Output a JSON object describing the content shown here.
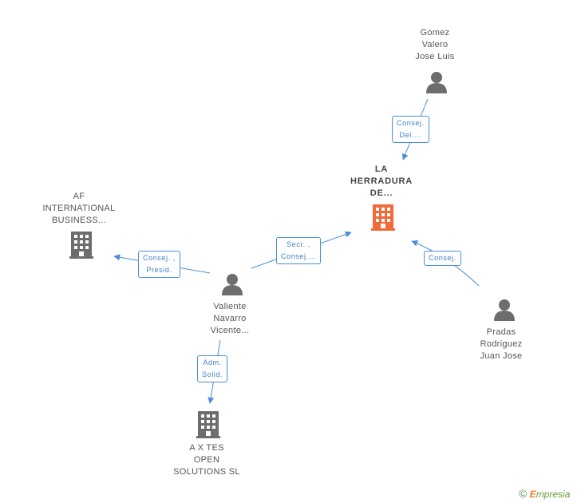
{
  "nodes": {
    "focus_company": {
      "lines": [
        "LA",
        "HERRADURA",
        "DE..."
      ],
      "type": "company",
      "color": "#f26a3a"
    },
    "af_international": {
      "lines": [
        "AF",
        "INTERNATIONAL",
        "BUSINESS..."
      ],
      "type": "company",
      "color": "#6d6d6d"
    },
    "axtes": {
      "lines": [
        "A X TES",
        "OPEN",
        "SOLUTIONS SL"
      ],
      "type": "company",
      "color": "#6d6d6d"
    },
    "gomez": {
      "lines": [
        "Gomez",
        "Valero",
        "Jose Luis"
      ],
      "type": "person",
      "color": "#6d6d6d"
    },
    "valiente": {
      "lines": [
        "Valiente",
        "Navarro",
        "Vicente..."
      ],
      "type": "person",
      "color": "#6d6d6d"
    },
    "pradas": {
      "lines": [
        "Pradas",
        "Rodriguez",
        "Juan Jose"
      ],
      "type": "person",
      "color": "#6d6d6d"
    }
  },
  "edges": {
    "gomez_to_focus": [
      "Consej.",
      "Del...."
    ],
    "valiente_to_focus": [
      "Secr. ,",
      "Consej...."
    ],
    "valiente_to_af": [
      "Consej. ,",
      "Presid."
    ],
    "valiente_to_axtes": [
      "Adm.",
      "Solid."
    ],
    "pradas_to_focus": [
      "Consej."
    ]
  },
  "colors": {
    "edge": "#4a8fd8",
    "icon": "#6d6d6d",
    "focus": "#f26a3a"
  },
  "brand": {
    "copyright_symbol": "©",
    "initial": "E",
    "rest": "mpresia"
  }
}
